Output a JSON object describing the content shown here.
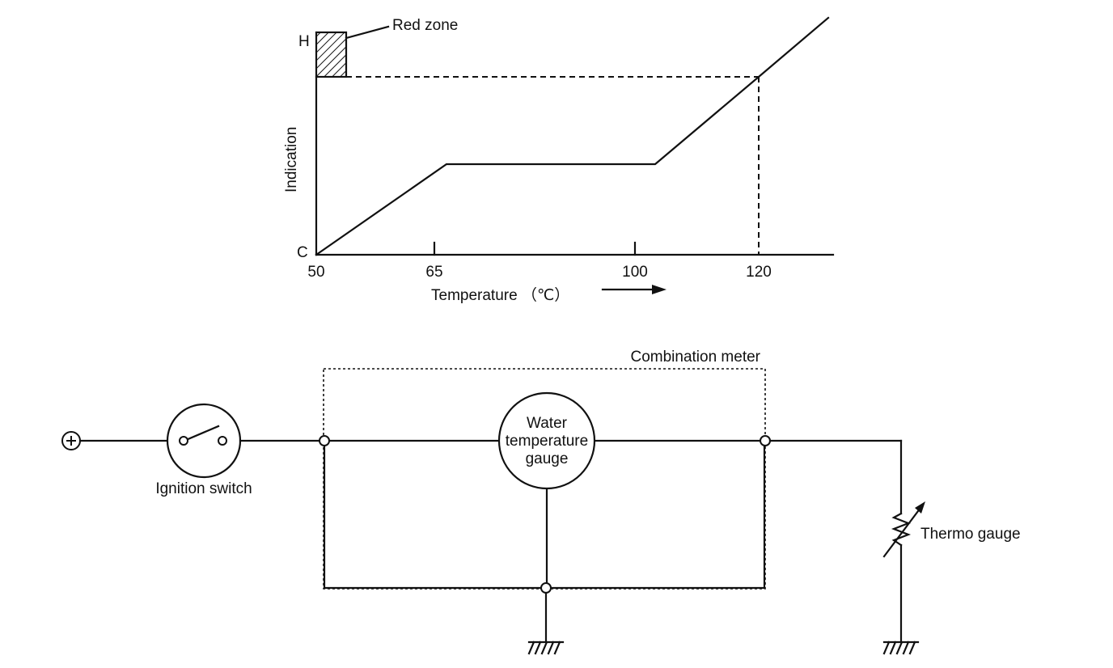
{
  "graph": {
    "y_axis_label": "Indication",
    "y_tick_top": "H",
    "y_tick_bottom": "C",
    "x_ticks": [
      "50",
      "65",
      "100",
      "120"
    ],
    "x_axis_label": "Temperature （℃）",
    "red_zone_label": "Red zone",
    "line_points": [
      {
        "temp": 50,
        "indication": 0
      },
      {
        "temp": 65,
        "indication": 0.42
      },
      {
        "temp": 100,
        "indication": 0.42
      },
      {
        "temp": 120,
        "indication": 0.8
      },
      {
        "temp": 131,
        "indication": 1.05
      }
    ]
  },
  "circuit": {
    "battery_symbol": "+",
    "ignition_switch_label": "Ignition switch",
    "combination_meter_label": "Combination meter",
    "gauge_label_line1": "Water",
    "gauge_label_line2": "temperature",
    "gauge_label_line3": "gauge",
    "thermo_gauge_label": "Thermo gauge"
  },
  "colors": {
    "ink": "#111111",
    "background": "#ffffff"
  }
}
